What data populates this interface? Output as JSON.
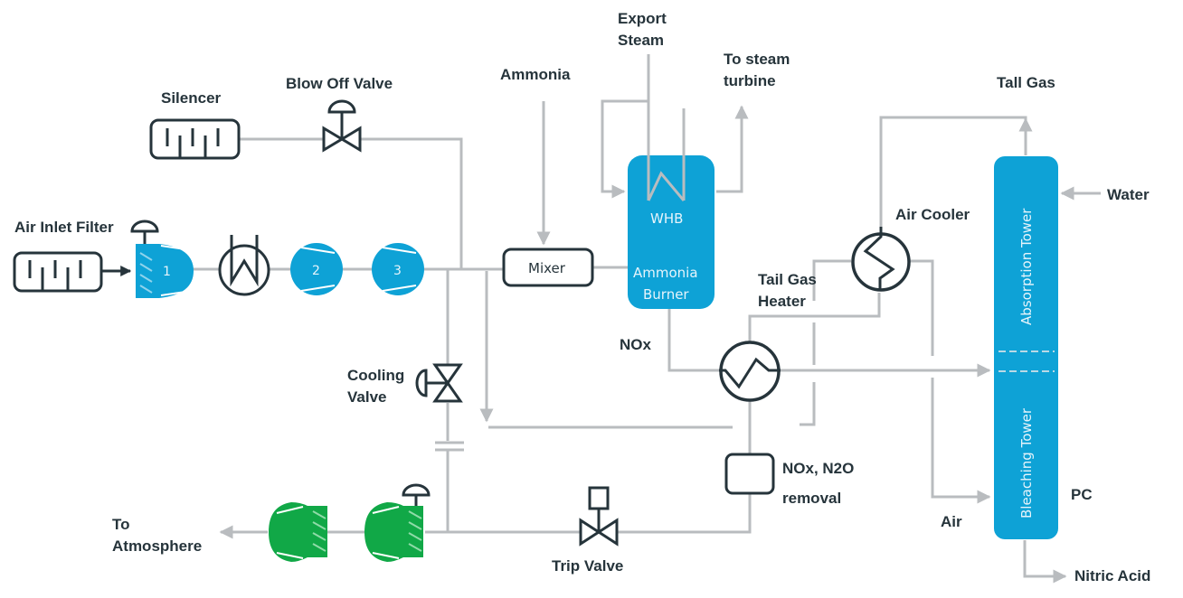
{
  "diagram": {
    "title": "Nitric Acid Plant Process Flow",
    "colors": {
      "pipe": "#b9bcbf",
      "outline": "#26343b",
      "process_blue": "#0ea2d6",
      "turbine_green": "#11a847",
      "label_text": "#26343b",
      "inner_text": "#e6f4fb"
    },
    "labels": {
      "silencer": "Silencer",
      "blow_off_valve": "Blow Off Valve",
      "air_inlet_filter": "Air Inlet Filter",
      "ammonia": "Ammonia",
      "export_steam_1": "Export",
      "export_steam_2": "Steam",
      "to_steam_turbine_1": "To steam",
      "to_steam_turbine_2": "turbine",
      "tail_gas_top": "Tall Gas",
      "water": "Water",
      "air_cooler": "Air Cooler",
      "tail_gas_heater_1": "Tail Gas",
      "tail_gas_heater_2": "Heater",
      "nox": "NOx",
      "cooling_valve_1": "Cooling",
      "cooling_valve_2": "Valve",
      "nox_removal_1": "NOx, N2O",
      "nox_removal_2": "removal",
      "trip_valve": "Trip Valve",
      "to_atmosphere_1": "To",
      "to_atmosphere_2": "Atmosphere",
      "air": "Air",
      "pc": "PC",
      "nitric_acid": "Nitric Acid"
    },
    "equipment": {
      "mixer": "Mixer",
      "whb": "WHB",
      "burner_1": "Ammonia",
      "burner_2": "Burner",
      "absorption_tower": "Absorption Tower",
      "bleaching_tower": "Bleaching Tower",
      "compressor_1": "1",
      "compressor_2": "2",
      "compressor_3": "3"
    }
  }
}
